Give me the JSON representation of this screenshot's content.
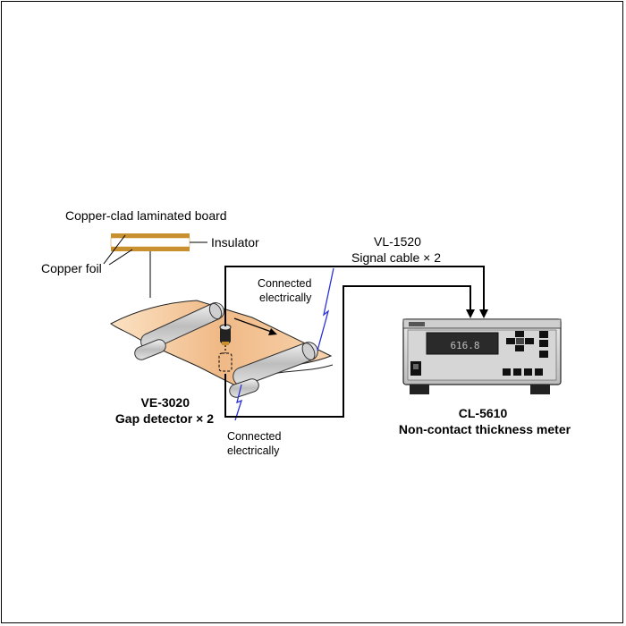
{
  "labels": {
    "board_title": "Copper-clad laminated board",
    "insulator": "Insulator",
    "copper_foil": "Copper foil",
    "cable_line1": "VL-1520",
    "cable_line2": "Signal cable × 2",
    "connected_top_line1": "Connected",
    "connected_top_line2": "electrically",
    "connected_bottom_line1": "Connected",
    "connected_bottom_line2": "electrically",
    "detector_line1": "VE-3020",
    "detector_line2": "Gap detector × 2",
    "meter_line1": "CL-5610",
    "meter_line2": "Non-contact thickness meter",
    "meter_readout": "616.8"
  },
  "colors": {
    "copper": "#c8902f",
    "insulator": "#ffffff",
    "board_fill": "#f3c79a",
    "roller": "#d7d7d7",
    "wire": "#000000",
    "electric": "#2a33d6",
    "meter_body": "#d9d9d9",
    "meter_screen": "#2a2a2a"
  }
}
